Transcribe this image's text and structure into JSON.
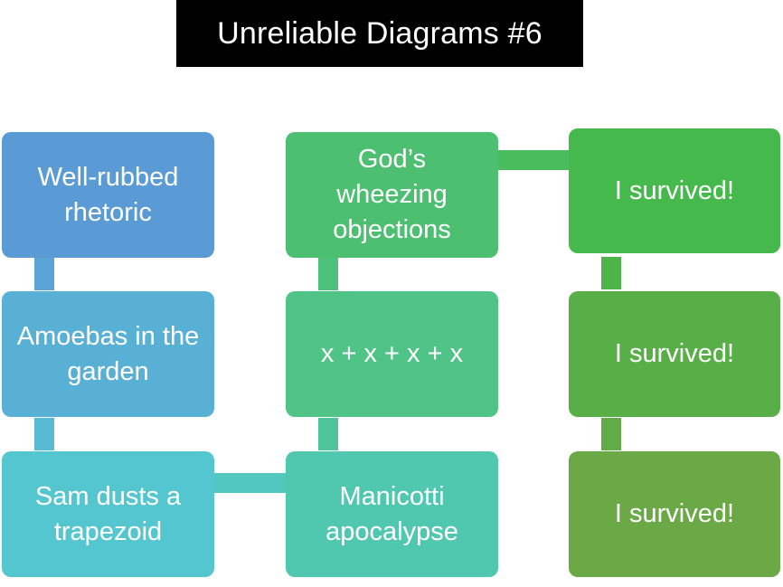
{
  "title": "Unreliable Diagrams #6",
  "nodes": [
    {
      "id": "n1",
      "label": "Well-rubbed rhetoric",
      "color": "#5B9BD5"
    },
    {
      "id": "n2",
      "label": "Amoebas in the garden",
      "color": "#59B0D5"
    },
    {
      "id": "n3",
      "label": "Sam dusts a trapezoid",
      "color": "#54C6CF"
    },
    {
      "id": "n4",
      "label": "God’s wheezing objections",
      "color": "#4DBF71"
    },
    {
      "id": "n5",
      "label": "x + x + x + x",
      "color": "#50C387"
    },
    {
      "id": "n6",
      "label": "Manicotti apocalypse",
      "color": "#50C8B0"
    },
    {
      "id": "n7",
      "label": "I survived!",
      "color": "#45B94B"
    },
    {
      "id": "n8",
      "label": "I survived!",
      "color": "#58AF48"
    },
    {
      "id": "n9",
      "label": "I survived!",
      "color": "#6AA946"
    }
  ]
}
